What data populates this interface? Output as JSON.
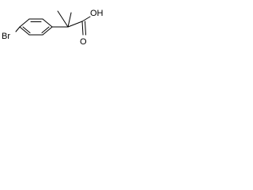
{
  "molecule": {
    "atoms": {
      "bromine": "Br",
      "oxygen_carbonyl": "O",
      "hydroxyl": "OH"
    },
    "colors": {
      "bond": "#000000",
      "label": "#000000",
      "background": "#ffffff"
    }
  }
}
